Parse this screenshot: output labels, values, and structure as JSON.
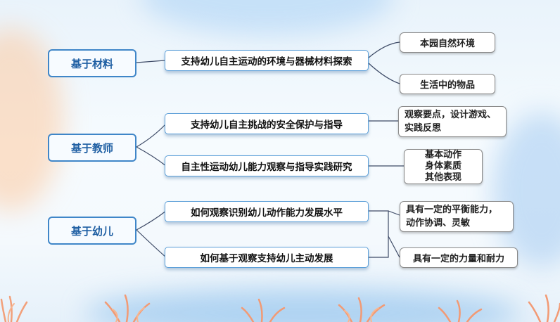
{
  "roots": [
    {
      "label": "基于材料"
    },
    {
      "label": "基于教师"
    },
    {
      "label": "基于幼儿"
    }
  ],
  "branches": [
    {
      "label": "支持幼儿自主运动的环境与器械材料探索"
    },
    {
      "label": "支持幼儿自主挑战的安全保护与指导"
    },
    {
      "label": "自主性运动幼儿能力观察与指导实践研究"
    },
    {
      "label": "如何观察识别幼儿动作能力发展水平"
    },
    {
      "label": "如何基于观察支持幼儿主动发展"
    }
  ],
  "leaves": {
    "nature": "本园自然环境",
    "daily_items": "生活中的物品",
    "observe_points": [
      "观察要点，设计游戏、",
      "实践反思"
    ],
    "abilities": [
      "基本动作",
      "身体素质",
      "其他表现"
    ],
    "balance": [
      "具有一定的平衡能力，",
      "动作协调、灵敏"
    ],
    "strength": "具有一定的力量和耐力"
  }
}
